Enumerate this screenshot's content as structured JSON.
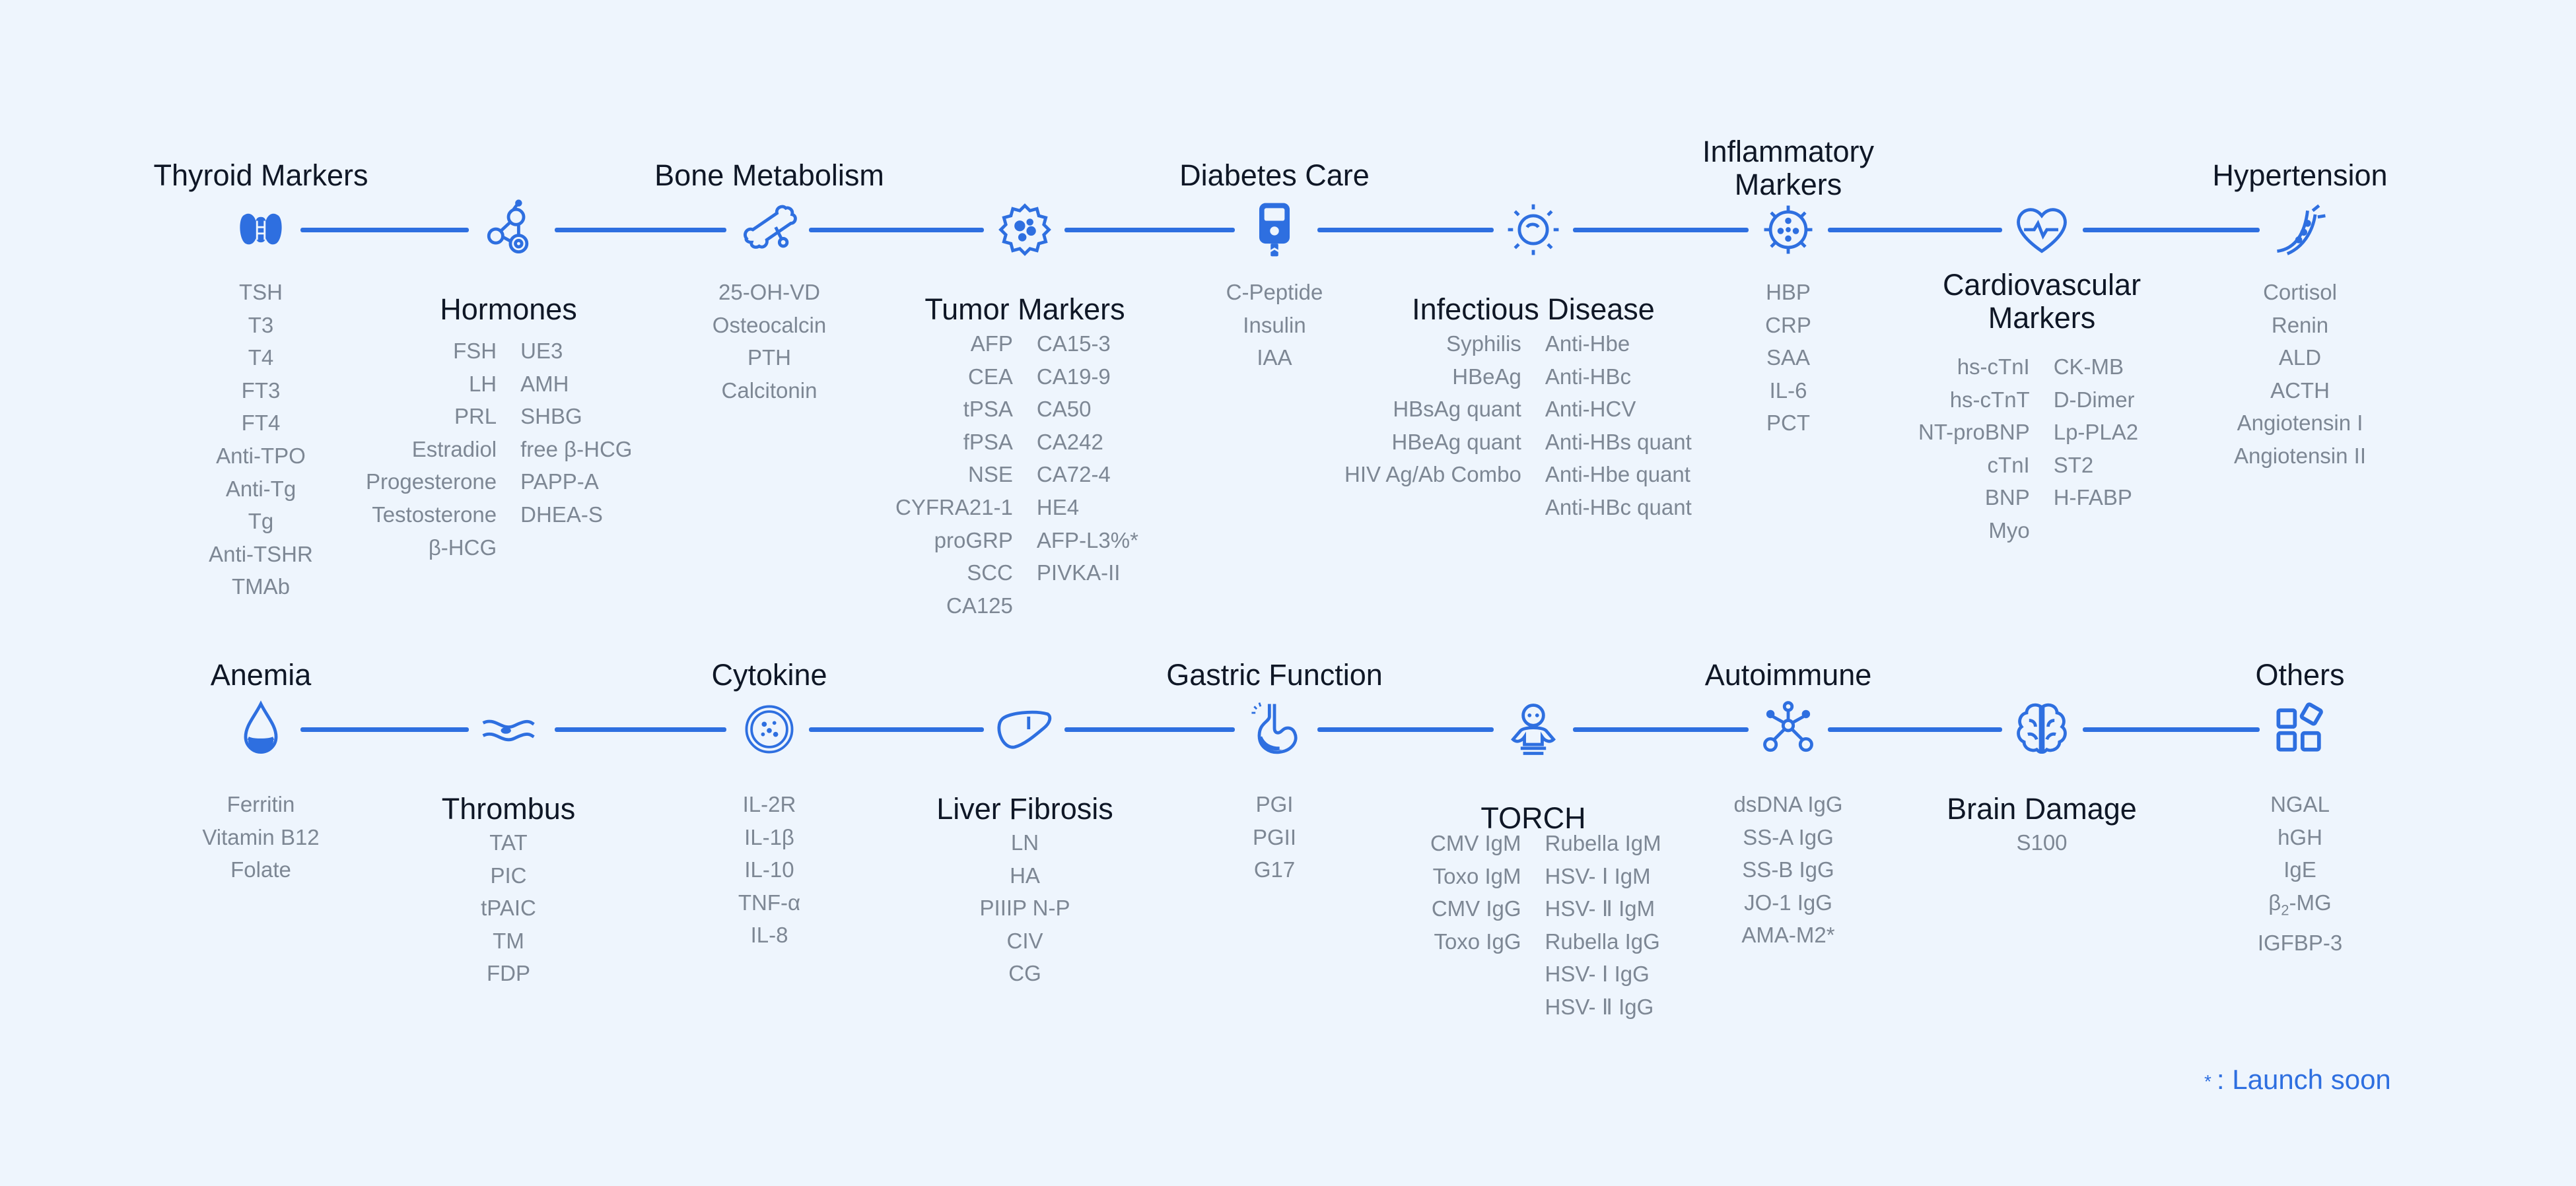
{
  "rows": [
    {
      "categories": [
        {
          "id": "thyroid",
          "title": "Thyroid Markers",
          "icon": "thyroid-icon",
          "items": [
            "TSH",
            "T3",
            "T4",
            "FT3",
            "FT4",
            "Anti-TPO",
            "Anti-Tg",
            "Tg",
            "Anti-TSHR",
            "TMAb"
          ]
        },
        {
          "id": "hormones",
          "title": "Hormones",
          "icon": "hormone-molecule-icon",
          "items_left": [
            "FSH",
            "LH",
            "PRL",
            "Estradiol",
            "Progesterone",
            "Testosterone",
            "β-HCG"
          ],
          "items_right": [
            "UE3",
            "AMH",
            "SHBG",
            "free β-HCG",
            "PAPP-A",
            "DHEA-S"
          ]
        },
        {
          "id": "bone",
          "title": "Bone Metabolism",
          "icon": "bone-icon",
          "items": [
            "25-OH-VD",
            "Osteocalcin",
            "PTH",
            "Calcitonin"
          ]
        },
        {
          "id": "tumor",
          "title": "Tumor Markers",
          "icon": "tumor-cell-icon",
          "items_left": [
            "AFP",
            "CEA",
            "tPSA",
            "fPSA",
            "NSE",
            "CYFRA21-1",
            "proGRP",
            "SCC",
            "CA125"
          ],
          "items_right": [
            "CA15-3",
            "CA19-9",
            "CA50",
            "CA242",
            "CA72-4",
            "HE4",
            "AFP-L3%*",
            "PIVKA-II"
          ]
        },
        {
          "id": "diabetes",
          "title": "Diabetes Care",
          "icon": "glucose-meter-icon",
          "items": [
            "C-Peptide",
            "Insulin",
            "IAA"
          ]
        },
        {
          "id": "infectious",
          "title": "Infectious Disease",
          "icon": "bacterium-icon",
          "items_left": [
            "Syphilis",
            "HBeAg",
            "HBsAg quant",
            "HBeAg quant",
            "HIV Ag/Ab Combo"
          ],
          "items_right": [
            "Anti-Hbe",
            "Anti-HBc",
            "Anti-HCV",
            "Anti-HBs quant",
            "Anti-Hbe quant",
            "Anti-HBc quant"
          ]
        },
        {
          "id": "inflammatory",
          "title": "Inflammatory\nMarkers",
          "icon": "virus-icon",
          "items": [
            "HBP",
            "CRP",
            "SAA",
            "IL-6",
            "PCT"
          ]
        },
        {
          "id": "cardio",
          "title": "Cardiovascular\nMarkers",
          "icon": "heart-rate-icon",
          "items_left": [
            "hs-cTnI",
            "hs-cTnT",
            "NT-proBNP",
            "cTnI",
            "BNP",
            "Myo"
          ],
          "items_right": [
            "CK-MB",
            "D-Dimer",
            "Lp-PLA2",
            "ST2",
            "H-FABP"
          ]
        },
        {
          "id": "hypertension",
          "title": "Hypertension",
          "icon": "blood-vessel-icon",
          "items": [
            "Cortisol",
            "Renin",
            "ALD",
            "ACTH",
            "Angiotensin I",
            "Angiotensin II"
          ]
        }
      ]
    },
    {
      "categories": [
        {
          "id": "anemia",
          "title": "Anemia",
          "icon": "blood-drop-icon",
          "items": [
            "Ferritin",
            "Vitamin B12",
            "Folate"
          ]
        },
        {
          "id": "thrombus",
          "title": "Thrombus",
          "icon": "thrombus-icon",
          "items": [
            "TAT",
            "PIC",
            "tPAIC",
            "TM",
            "FDP"
          ]
        },
        {
          "id": "cytokine",
          "title": "Cytokine",
          "icon": "petri-dish-icon",
          "items": [
            "IL-2R",
            "IL-1β",
            "IL-10",
            "TNF-α",
            "IL-8"
          ]
        },
        {
          "id": "liver",
          "title": "Liver Fibrosis",
          "icon": "liver-icon",
          "items": [
            "LN",
            "HA",
            "PIIIP N-P",
            "CIV",
            "CG"
          ]
        },
        {
          "id": "gastric",
          "title": "Gastric Function",
          "icon": "stomach-icon",
          "items": [
            "PGI",
            "PGII",
            "G17"
          ]
        },
        {
          "id": "torch",
          "title": "TORCH",
          "icon": "baby-icon",
          "items_left": [
            "CMV IgM",
            "Toxo IgM",
            "CMV IgG",
            "Toxo IgG"
          ],
          "items_right": [
            "Rubella IgM",
            "HSV- Ⅰ  IgM",
            "HSV- Ⅱ  IgM",
            "Rubella IgG",
            "HSV- Ⅰ  IgG",
            "HSV- Ⅱ  IgG"
          ]
        },
        {
          "id": "autoimmune",
          "title": "Autoimmune",
          "icon": "network-icon",
          "items": [
            "dsDNA IgG",
            "SS-A IgG",
            "SS-B IgG",
            "JO-1 IgG",
            "AMA-M2*"
          ]
        },
        {
          "id": "brain",
          "title": "Brain Damage",
          "icon": "brain-icon",
          "items": [
            "S100"
          ]
        },
        {
          "id": "others",
          "title": "Others",
          "icon": "grid-shapes-icon",
          "items": [
            "NGAL",
            "hGH",
            "IgE",
            "β2-MG",
            "IGFBP-3"
          ]
        }
      ]
    }
  ],
  "legend": {
    "star": "*",
    "text": ": Launch soon"
  },
  "colors": {
    "accent": "#2e6fe0",
    "text": "#0f1726",
    "muted": "#7d8794",
    "background": "#eef5fd"
  }
}
